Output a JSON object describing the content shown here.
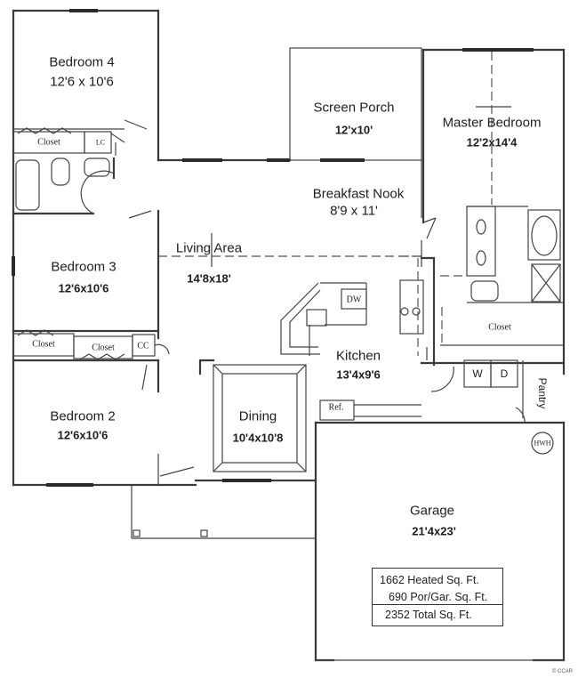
{
  "rooms": {
    "bedroom4": {
      "name": "Bedroom 4",
      "size": "12'6 x 10'6"
    },
    "screen_porch": {
      "name": "Screen Porch",
      "size": "12'x10'"
    },
    "master_bedroom": {
      "name": "Master Bedroom",
      "size": "12'2x14'4"
    },
    "breakfast_nook": {
      "name": "Breakfast Nook",
      "size": "8'9 x 11'"
    },
    "living_area": {
      "name": "Living Area",
      "size": "14'8x18'"
    },
    "bedroom3": {
      "name": "Bedroom 3",
      "size": "12'6x10'6"
    },
    "kitchen": {
      "name": "Kitchen",
      "size": "13'4x9'6"
    },
    "bedroom2": {
      "name": "Bedroom 2",
      "size": "12'6x10'6"
    },
    "dining": {
      "name": "Dining",
      "size": "10'4x10'8"
    },
    "garage": {
      "name": "Garage",
      "size": "21'4x23'"
    }
  },
  "fixtures": {
    "closet": "Closet",
    "linen_closet": "LC",
    "coat_closet": "CC",
    "dishwasher": "DW",
    "refrigerator": "Ref.",
    "washer": "W",
    "dryer": "D",
    "pantry": "Pantry",
    "water_heater": "HWH"
  },
  "totals": {
    "heated": "1662 Heated Sq. Ft.",
    "porch_garage": "690 Por/Gar. Sq. Ft.",
    "total": "2352 Total Sq. Ft."
  },
  "credit": "© CCAR"
}
